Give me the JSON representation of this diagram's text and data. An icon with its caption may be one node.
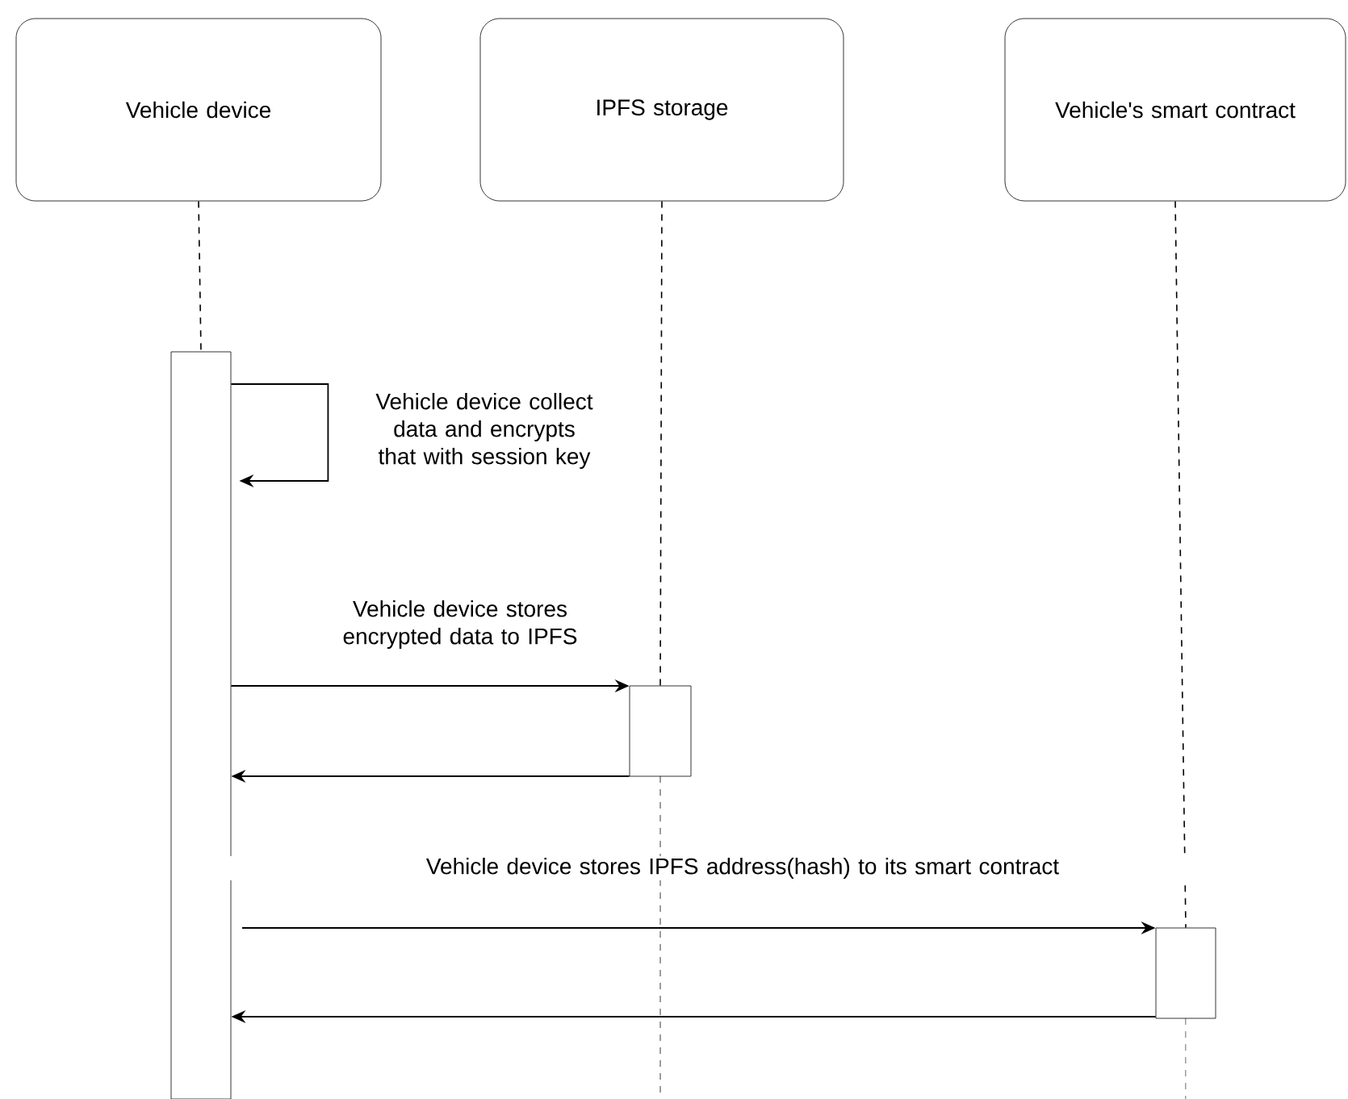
{
  "diagram": {
    "nodes": [
      {
        "text": [
          "Vehicle device"
        ]
      },
      {
        "text": [
          "IPFS storage"
        ]
      },
      {
        "text": [
          "Vehicle's smart contract"
        ]
      },
      {
        "text": [],
        "shape": "bar"
      },
      {
        "text": [],
        "shape": "bar"
      },
      {
        "text": [],
        "shape": "bar"
      }
    ],
    "edges": [
      {
        "from": 0,
        "to": 3,
        "arrow": "none",
        "style": "dashed"
      },
      {
        "from": 1,
        "to": 4,
        "arrow": "none",
        "style": "dashed"
      },
      {
        "from": 2,
        "to": 5,
        "arrow": "none",
        "style": "dashed"
      },
      {
        "from": 3,
        "to": 3,
        "arrow": "to",
        "label": "Vehicle device collect data and encrypts that with session key"
      },
      {
        "from": 3,
        "to": 4,
        "arrow": "to",
        "label": "Vehicle device stores encrypted data to IPFS"
      },
      {
        "from": 4,
        "to": 3,
        "arrow": "to"
      },
      {
        "from": 3,
        "to": 5,
        "arrow": "to",
        "label": "Vehicle device stores IPFS address(hash) to its smart contract"
      },
      {
        "from": 5,
        "to": 3,
        "arrow": "to"
      }
    ]
  }
}
